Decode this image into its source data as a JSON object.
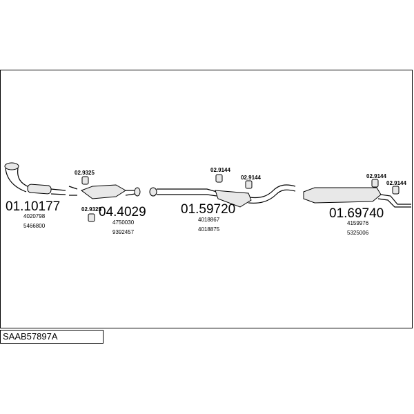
{
  "vehicle_code": "SAAB57897A",
  "parts": [
    {
      "number": "01.10177",
      "refs": [
        "4020798",
        "5466800"
      ]
    },
    {
      "number": "04.4029",
      "refs": [
        "4750030",
        "9392457"
      ]
    },
    {
      "number": "01.59720",
      "refs": [
        "4018867",
        "4018875"
      ]
    },
    {
      "number": "01.69740",
      "refs": [
        "4159976",
        "5325006"
      ]
    }
  ],
  "clamps": [
    "02.9325",
    "02.9325",
    "02.9144",
    "02.9144",
    "02.9144",
    "02.9144"
  ]
}
